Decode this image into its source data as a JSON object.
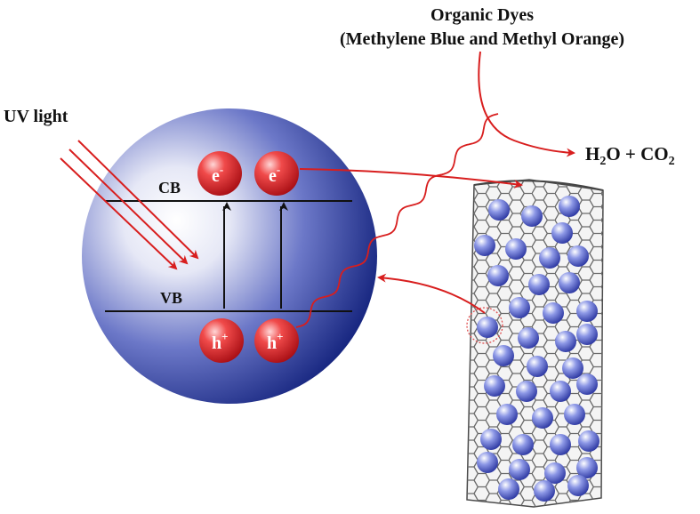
{
  "labels": {
    "dyes_line1": "Organic Dyes",
    "dyes_line2": "(Methylene Blue and Methyl Orange)",
    "uv": "UV light",
    "cb": "CB",
    "vb": "VB",
    "product_h": "H",
    "product_sub2": "2",
    "product_mid": "O + CO",
    "product_sub2b": "2",
    "electron": "e",
    "electron_sup": "-",
    "hole": "h",
    "hole_sup": "+"
  },
  "colors": {
    "sphere_dark": "#1a2a8c",
    "sphere_light": "#ffffff",
    "arrow_red": "#d81e1e",
    "particle_red": "#e0202a",
    "nano_ball": "#5f6fd8",
    "nanotube_line": "#555555"
  }
}
